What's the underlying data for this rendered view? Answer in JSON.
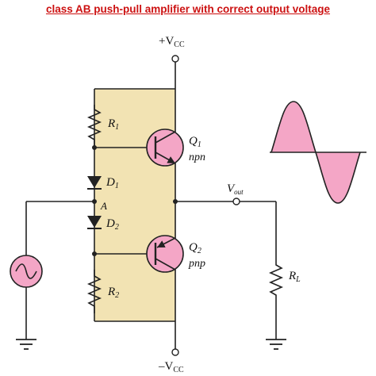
{
  "title": "class AB push-pull amplifier with correct output voltage",
  "colors": {
    "title": "#cc1111",
    "bias_panel": "#f2e3b3",
    "transistor": "#f4a6c6",
    "waveform": "#f4a6c6",
    "vout_label": "#1a9ad6",
    "node_a": "#cc1111",
    "wire": "#222222"
  },
  "supply": {
    "pos": "+V",
    "pos_sub": "CC",
    "neg": "–V",
    "neg_sub": "CC"
  },
  "components": {
    "r1": {
      "name": "R",
      "sub": "1"
    },
    "r2": {
      "name": "R",
      "sub": "2"
    },
    "d1": {
      "name": "D",
      "sub": "1"
    },
    "d2": {
      "name": "D",
      "sub": "2"
    },
    "q1": {
      "name": "Q",
      "sub": "1",
      "type": "npn"
    },
    "q2": {
      "name": "Q",
      "sub": "2",
      "type": "pnp"
    },
    "rl": {
      "name": "R",
      "sub": "L"
    },
    "node_a": "A",
    "vout": {
      "name": "V",
      "sub": "out"
    }
  },
  "icons": {
    "source": "ac-source-icon",
    "ground": "ground-icon",
    "waveform": "sine-waveform-icon"
  }
}
